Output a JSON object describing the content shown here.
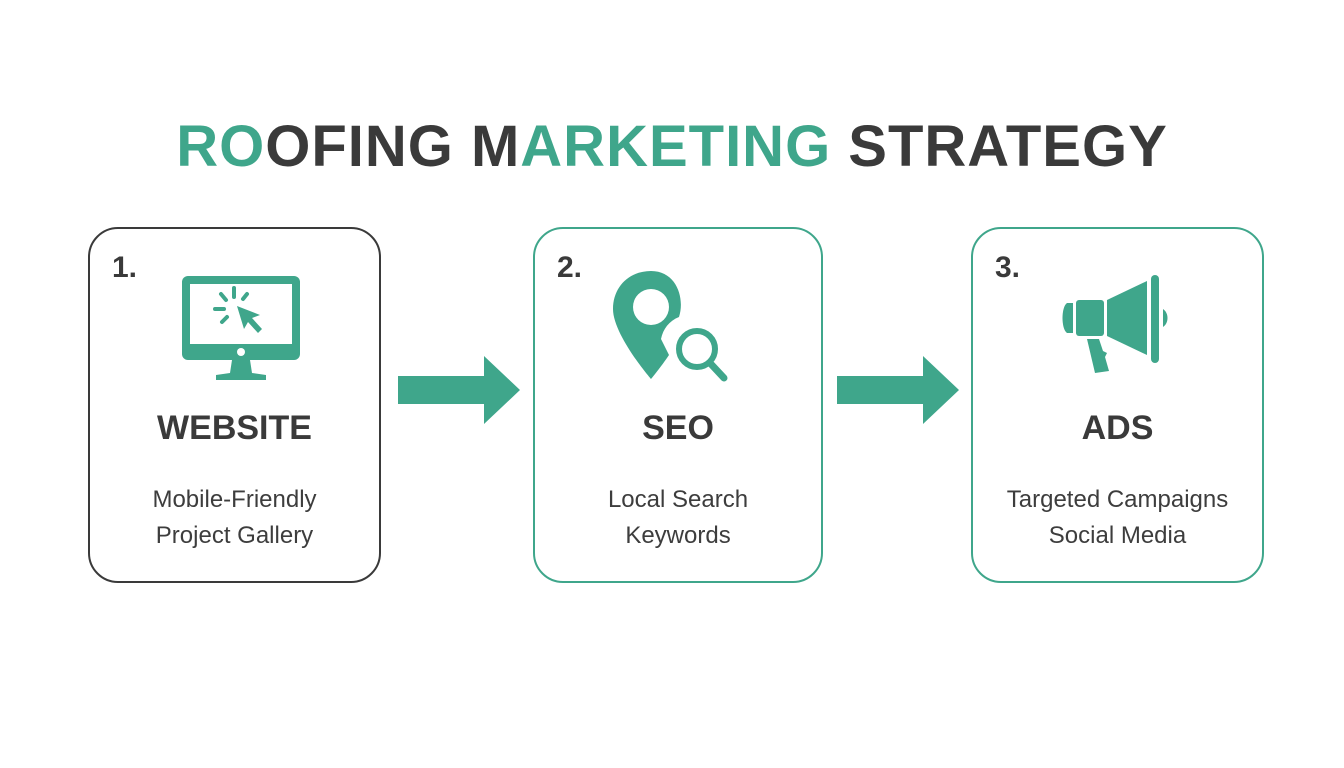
{
  "title": {
    "segments": [
      {
        "text": "RO",
        "color": "green"
      },
      {
        "text": "OFING M",
        "color": "dark"
      },
      {
        "text": "ARKETING",
        "color": "green"
      },
      {
        "text": " STRATEGY",
        "color": "dark"
      }
    ],
    "full_text": "ROOFING MARKETING STRATEGY"
  },
  "colors": {
    "accent": "#3fa68b",
    "text_dark": "#3a3a3a",
    "background": "#ffffff"
  },
  "steps": [
    {
      "number": "1.",
      "icon": "monitor-cursor-click-icon",
      "heading": "WEBSITE",
      "lines": [
        "Mobile-Friendly",
        "Project Gallery"
      ],
      "border": "dark"
    },
    {
      "number": "2.",
      "icon": "location-pin-search-icon",
      "heading": "SEO",
      "lines": [
        "Local Search",
        "Keywords"
      ],
      "border": "green"
    },
    {
      "number": "3.",
      "icon": "megaphone-icon",
      "heading": "ADS",
      "lines": [
        "Targeted Campaigns",
        "Social Media"
      ],
      "border": "green"
    }
  ],
  "connectors": [
    {
      "from": 1,
      "to": 2,
      "icon": "arrow-right-icon"
    },
    {
      "from": 2,
      "to": 3,
      "icon": "arrow-right-icon"
    }
  ]
}
